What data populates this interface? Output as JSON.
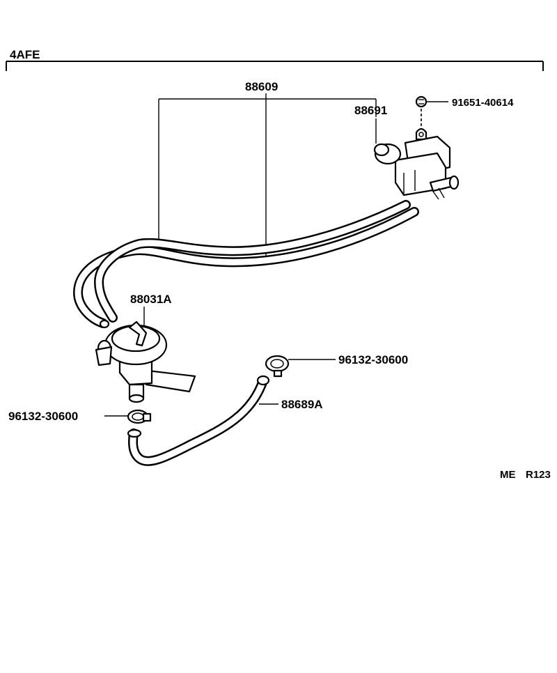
{
  "header": {
    "engine_code": "4AFE"
  },
  "labels": {
    "hose_assembly": "88609",
    "vsv": "88691",
    "bolt": "91651-40614",
    "valve": "88031A",
    "clamp_right": "96132-30600",
    "hose_lower": "88689A",
    "clamp_left": "96132-30600"
  },
  "footer": {
    "code_left": "ME",
    "code_right": "R123"
  }
}
